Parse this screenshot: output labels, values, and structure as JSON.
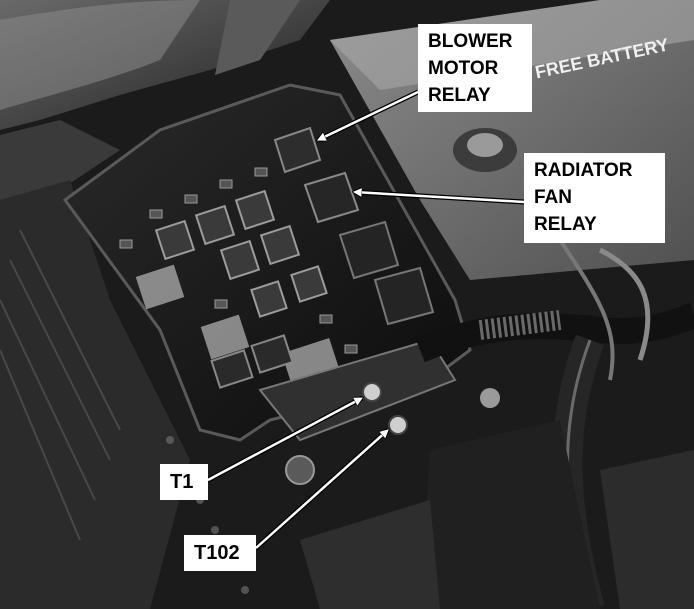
{
  "photo": {
    "subject": "engine-bay-relay-box",
    "tone": "grayscale"
  },
  "callouts": {
    "blower_motor_relay": [
      "BLOWER",
      "MOTOR",
      "RELAY"
    ],
    "radiator_fan_relay": [
      "RADIATOR",
      "FAN",
      "RELAY"
    ],
    "t1": "T1",
    "t102": "T102"
  },
  "background_text": {
    "battery_label": "E FREE BATTERY"
  },
  "colors": {
    "label_bg": "#ffffff",
    "label_text": "#000000",
    "leader_line": "#ffffff"
  }
}
